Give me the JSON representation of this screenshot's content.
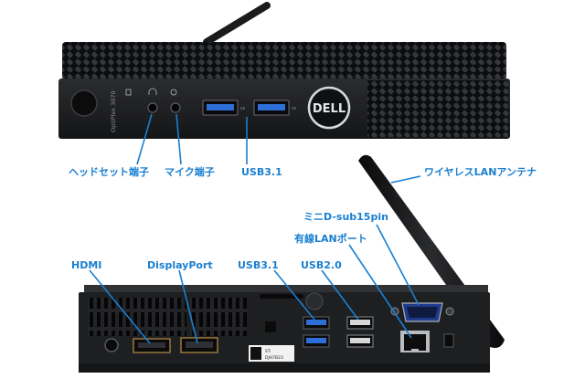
{
  "colors": {
    "callout": "#1a7fd0",
    "chassis": "#1c1d1f",
    "usb_blue": "#2d6fd6",
    "background": "#ffffff"
  },
  "front": {
    "model_text": "OptiPlex 3070",
    "brand_logo": "DELL",
    "labels": {
      "headset": "ヘッドセット端子",
      "mic": "マイク端子",
      "usb": "USB3.1",
      "wireless": "ワイヤレスLANアンテナ"
    }
  },
  "rear": {
    "sticker_line1": "ST:",
    "sticker_line2": "DJH7B23",
    "labels": {
      "vga": "ミニD-sub15pin",
      "lan": "有線LANポート",
      "usb31": "USB3.1",
      "usb20": "USB2.0",
      "hdmi": "HDMI",
      "displayport": "DisplayPort"
    }
  }
}
